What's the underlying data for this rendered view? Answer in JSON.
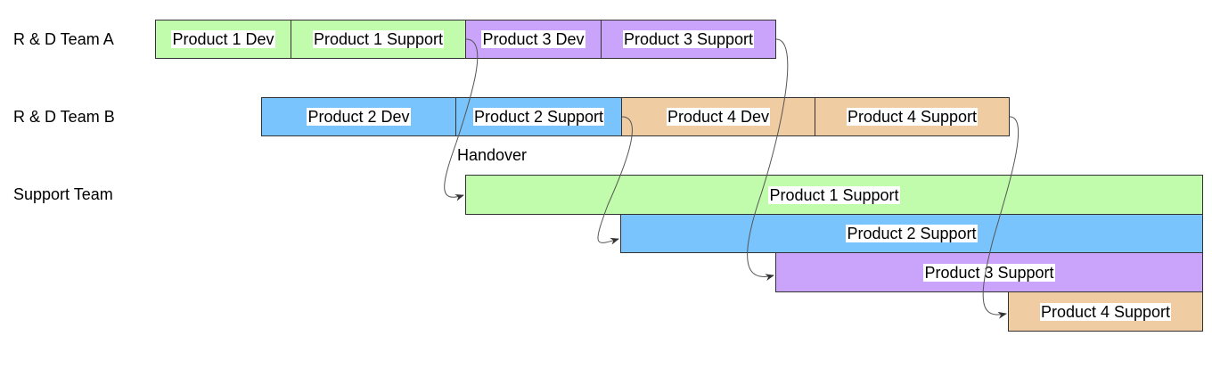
{
  "rows": {
    "team_a": "R & D Team A",
    "team_b": "R & D Team B",
    "support": "Support Team"
  },
  "colors": {
    "product1": "#c0fcac",
    "product2": "#79c4fd",
    "product3": "#c9a4fa",
    "product4": "#f0cca2"
  },
  "team_a_blocks": [
    "Product 1 Dev",
    "Product 1 Support",
    "Product 3 Dev",
    "Product 3 Support"
  ],
  "team_b_blocks": [
    "Product 2 Dev",
    "Product 2 Support",
    "Product 4 Dev",
    "Product 4 Support"
  ],
  "support_blocks": [
    "Product 1 Support",
    "Product 2 Support",
    "Product 3 Support",
    "Product 4 Support"
  ],
  "handover_label": "Handover"
}
